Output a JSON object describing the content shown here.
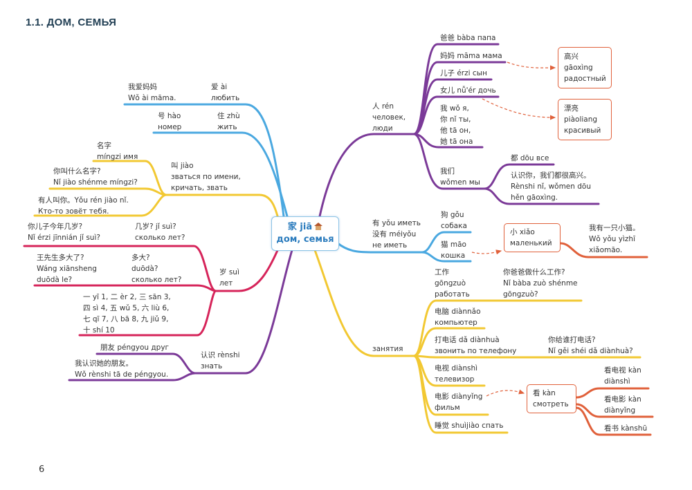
{
  "title": "1.1. ДОМ, СЕМЬЯ",
  "page_number": "6",
  "center": {
    "line1": "家 jiā",
    "line2": "дом, семья",
    "icon": "house-icon"
  },
  "colors": {
    "blue": "#4aa8e0",
    "yellow": "#f2c832",
    "purple": "#7b3a98",
    "crimson": "#d6245a",
    "orange": "#e0603a"
  },
  "nodes": {
    "ai_example": {
      "lines": [
        "我爱妈妈",
        "Wǒ ài māma."
      ]
    },
    "ai": {
      "lines": [
        "爱 ài",
        "любить"
      ]
    },
    "hao": {
      "lines": [
        "号 hào",
        "номер"
      ]
    },
    "zhu": {
      "lines": [
        "住 zhù",
        "жить"
      ]
    },
    "mingzi": {
      "lines": [
        "名字",
        "míngzi имя"
      ]
    },
    "jiao_q": {
      "lines": [
        "你叫什么名字?",
        "Nǐ jiào shénme míngzi?"
      ]
    },
    "jiao_ex": {
      "lines": [
        "有人叫你。Yǒu rén jiào nǐ.",
        "Кто-то зовёт тебя."
      ]
    },
    "jiao": {
      "lines": [
        "叫 jiào",
        "зваться по имени,",
        "кричать, звать"
      ]
    },
    "sui_q1": {
      "lines": [
        "你儿子今年几岁?",
        "Nǐ érzi jīnnián jǐ suì?"
      ]
    },
    "jisui": {
      "lines": [
        "几岁? jǐ suì?",
        "сколько лет?"
      ]
    },
    "sui_q2": {
      "lines": [
        "王先生多大了?",
        "Wáng xiānsheng",
        "duōdà le?"
      ]
    },
    "duoda": {
      "lines": [
        "多大?",
        "duōdà?",
        "сколько лет?"
      ]
    },
    "numbers": {
      "lines": [
        "一 yī 1, 二 èr 2, 三 sān 3,",
        "四 sì 4, 五 wǔ 5, 六 liù 6,",
        "七 qī 7, 八 bā 8, 九 jiǔ 9,",
        "十 shí 10"
      ]
    },
    "sui": {
      "lines": [
        "岁 suì",
        "лет"
      ]
    },
    "pengyou": {
      "lines": [
        "朋友 péngyou друг"
      ]
    },
    "renshi_ex": {
      "lines": [
        "我认识她的朋友。",
        "Wǒ rènshi tā de péngyou."
      ]
    },
    "renshi": {
      "lines": [
        "认识 rènshi",
        "знать"
      ]
    },
    "ren": {
      "lines": [
        "人 rén",
        "человек,",
        "люди"
      ]
    },
    "baba": {
      "lines": [
        "爸爸 bàba папа"
      ]
    },
    "mama": {
      "lines": [
        "妈妈 māma мама"
      ]
    },
    "erzi": {
      "lines": [
        "儿子 érzi сын"
      ]
    },
    "nuer": {
      "lines": [
        "女儿 nǚ'ér дочь"
      ]
    },
    "pronouns": {
      "lines": [
        "我 wǒ я,",
        "你 nǐ ты,",
        "他 tā он,",
        "她 tā она"
      ]
    },
    "women": {
      "lines": [
        "我们",
        "wǒmen мы"
      ]
    },
    "dou": {
      "lines": [
        "都 dōu все"
      ]
    },
    "dou_ex": {
      "lines": [
        "认识你，我们都很高兴。",
        "Rènshi nǐ, wǒmen dōu",
        "hěn gāoxìng."
      ]
    },
    "you": {
      "lines": [
        "有 yǒu иметь",
        "没有 méiyǒu",
        "не иметь"
      ]
    },
    "gou": {
      "lines": [
        "狗 gǒu",
        "собака"
      ]
    },
    "mao": {
      "lines": [
        "猫 māo",
        "кошка"
      ]
    },
    "mao_ex": {
      "lines": [
        "我有一只小猫。",
        "Wǒ yǒu yìzhī",
        "xiǎomāo."
      ]
    },
    "zanyatiya": {
      "lines": [
        "занятия"
      ]
    },
    "gongzuo": {
      "lines": [
        "工作",
        "gōngzuò",
        "работать"
      ]
    },
    "gongzuo_q": {
      "lines": [
        "你爸爸做什么工作?",
        "Nǐ bàba zuò shénme",
        "gōngzuò?"
      ]
    },
    "diannao": {
      "lines": [
        "电脑 diànnǎo",
        "компьютер"
      ]
    },
    "dadianhua": {
      "lines": [
        "打电话 dǎ diànhuà",
        "звонить по телефону"
      ]
    },
    "dadianhua_q": {
      "lines": [
        "你给谁打电话?",
        "Nǐ gěi shéi dǎ diànhuà?"
      ]
    },
    "dianshi": {
      "lines": [
        "电视 diànshì",
        "телевизор"
      ]
    },
    "dianying": {
      "lines": [
        "电影 diànyǐng",
        "фильм"
      ]
    },
    "shuijiao": {
      "lines": [
        "睡觉 shuìjiào спать"
      ]
    },
    "kan_dianshi": {
      "lines": [
        "看电视 kàn",
        "diànshì"
      ]
    },
    "kan_dianying": {
      "lines": [
        "看电影 kàn",
        "diànyǐng"
      ]
    },
    "kanshu": {
      "lines": [
        "看书 kànshū"
      ]
    }
  },
  "boxes": {
    "gaoxing": {
      "lines": [
        "高兴",
        "gāoxìng",
        "радостный"
      ]
    },
    "piaoliang": {
      "lines": [
        "漂亮",
        "piàoliang",
        "красивый"
      ]
    },
    "xiao": {
      "lines": [
        "小 xiǎo",
        "маленький"
      ]
    },
    "kan": {
      "lines": [
        "看 kàn",
        "смотреть"
      ]
    }
  }
}
